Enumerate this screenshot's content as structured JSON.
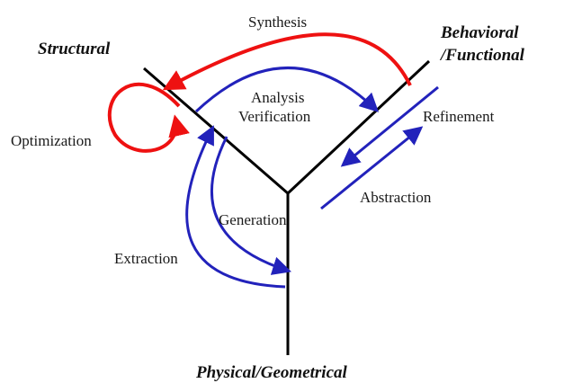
{
  "axes": {
    "structural": "Structural",
    "behavioral_line1": "Behavioral",
    "behavioral_line2": "/Functional",
    "physical": "Physical/Geometrical"
  },
  "transforms": {
    "synthesis": "Synthesis",
    "analysis": "Analysis",
    "verification": "Verification",
    "refinement": "Refinement",
    "abstraction": "Abstraction",
    "optimization": "Optimization",
    "generation": "Generation",
    "extraction": "Extraction"
  },
  "colors": {
    "axis": "#000000",
    "blue_arrow": "#2222bb",
    "red_arrow": "#ee1111"
  }
}
